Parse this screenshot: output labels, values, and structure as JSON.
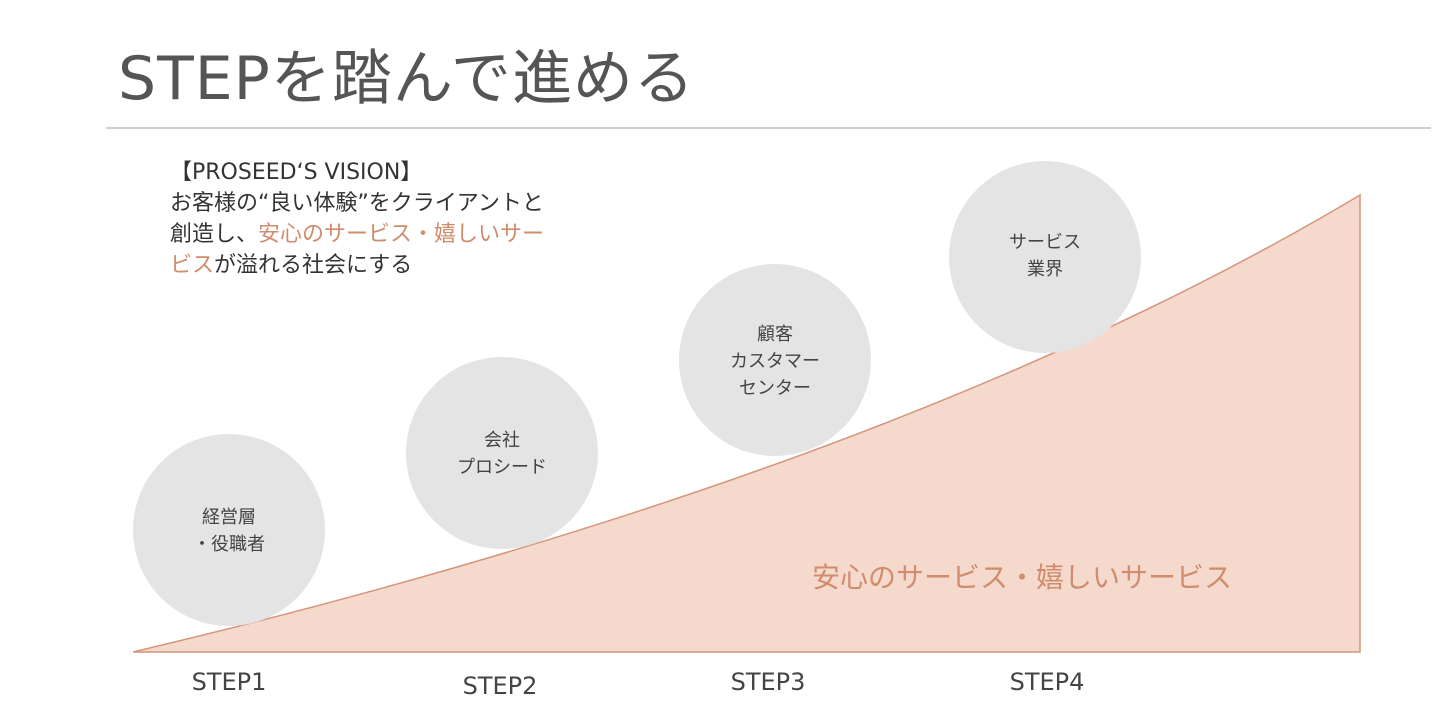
{
  "title": "STEPを踏んで進める",
  "vision": {
    "heading": "【PROSEED‘S VISION】",
    "line1": "お客様の“良い体験”をクライアントと",
    "line2_pre": "創造し、",
    "line2_accent": "安心のサービス・嬉しいサー",
    "line3_accent": "ビス",
    "line3_post": "が溢れる社会にする"
  },
  "area_label": "安心のサービス・嬉しいサービス",
  "circles": [
    {
      "line1": "経営層",
      "line2": "・役職者"
    },
    {
      "line1": "会社",
      "line2": "プロシード"
    },
    {
      "line1": "顧客",
      "line2": "カスタマー",
      "line3": "センター"
    },
    {
      "line1": "サービス",
      "line2": "業界"
    }
  ],
  "steps": [
    "STEP1",
    "STEP2",
    "STEP3",
    "STEP4"
  ],
  "colors": {
    "accent": "#d08c6c",
    "area_fill": "#f6d9cd",
    "area_stroke": "#d4967a",
    "circle": "#e4e4e4"
  }
}
